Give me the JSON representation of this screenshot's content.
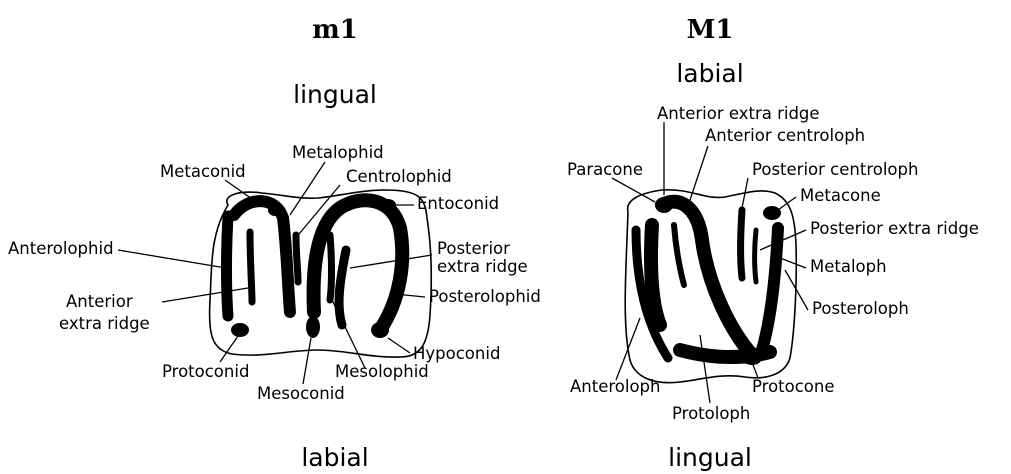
{
  "m1": {
    "title": "m1",
    "top_side": "lingual",
    "bottom_side": "labial",
    "labels": {
      "metalophid": "Metalophid",
      "metaconid": "Metaconid",
      "centrolophid": "Centrolophid",
      "entoconid": "Entoconid",
      "anterolophid": "Anterolophid",
      "posterior_extra_ridge_1": "Posterior",
      "posterior_extra_ridge_2": "extra ridge",
      "anterior_extra_ridge_1": "Anterior",
      "anterior_extra_ridge_2": "extra ridge",
      "posterolophid": "Posterolophid",
      "hypoconid": "Hypoconid",
      "protoconid": "Protoconid",
      "mesolophid": "Mesolophid",
      "mesoconid": "Mesoconid"
    }
  },
  "M1": {
    "title": "M1",
    "top_side": "labial",
    "bottom_side": "lingual",
    "labels": {
      "anterior_extra_ridge": "Anterior extra ridge",
      "anterior_centroloph": "Anterior centroloph",
      "paracone": "Paracone",
      "posterior_centroloph": "Posterior centroloph",
      "metacone": "Metacone",
      "posterior_extra_ridge": "Posterior extra ridge",
      "metaloph": "Metaloph",
      "posteroloph": "Posteroloph",
      "anteroloph": "Anteroloph",
      "protocone": "Protocone",
      "protoloph": "Protoloph"
    }
  }
}
